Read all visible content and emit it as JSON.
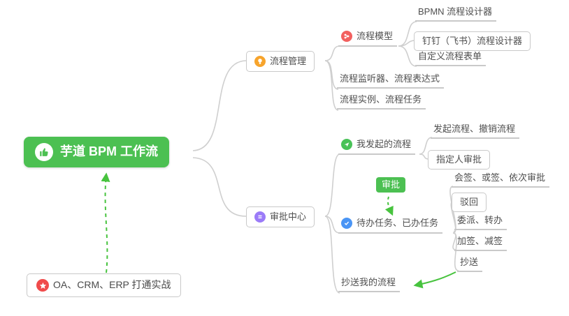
{
  "root": {
    "label": "芋道 BPM 工作流"
  },
  "branches": {
    "process_management": {
      "label": "流程管理",
      "children": {
        "process_model": {
          "label": "流程模型",
          "children": {
            "bpmn_designer": {
              "label": "BPMN 流程设计器"
            },
            "dingtalk_designer": {
              "label": "钉钉（飞书）流程设计器"
            },
            "custom_form": {
              "label": "自定义流程表单"
            }
          }
        },
        "listener_expression": {
          "label": "流程监听器、流程表达式"
        },
        "instance_task": {
          "label": "流程实例、流程任务"
        }
      }
    },
    "approval_center": {
      "label": "审批中心",
      "children": {
        "my_initiated": {
          "label": "我发起的流程",
          "children": {
            "initiate_revoke": {
              "label": "发起流程、撤销流程"
            },
            "assignee_approval": {
              "label": "指定人审批"
            }
          }
        },
        "todo_done": {
          "label": "待办任务、已办任务",
          "children": {
            "countersign": {
              "label": "会签、或签、依次审批"
            },
            "reject": {
              "label": "驳回"
            },
            "delegate_transfer": {
              "label": "委派、转办"
            },
            "add_remove_sign": {
              "label": "加签、减签"
            },
            "cc": {
              "label": "抄送"
            }
          }
        },
        "cc_my_process": {
          "label": "抄送我的流程"
        }
      }
    }
  },
  "badge": {
    "label": "审批"
  },
  "footer": {
    "label": "OA、CRM、ERP 打通实战"
  },
  "colors": {
    "root_green": "#4cc052",
    "arrow_green": "#47c33e",
    "connector_gray": "#cfcfcf",
    "icon_orange": "#f7a42c",
    "icon_red": "#f2605f",
    "icon_purple": "#9b7bf8",
    "icon_green": "#49c258",
    "icon_blue": "#4a95f5",
    "icon_star_red": "#f04b4b"
  }
}
